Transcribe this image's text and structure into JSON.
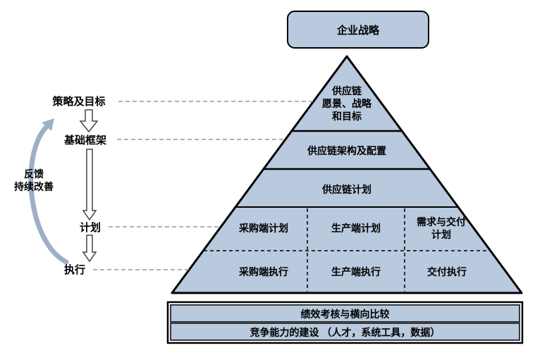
{
  "top_box": {
    "label": "企业战略"
  },
  "pyramid": {
    "levels": [
      {
        "label": "供应链\n愿景、战略\n和目标"
      },
      {
        "label": "供应链架构及配置"
      },
      {
        "label": "供应链计划"
      }
    ],
    "plan_row": [
      "采购端计划",
      "生产端计划",
      "需求与交付\n计划"
    ],
    "exec_row": [
      "采购端执行",
      "生产端执行",
      "交付执行"
    ]
  },
  "left_labels": {
    "strategy": "策略及目标",
    "framework": "基础框架",
    "plan": "计划",
    "execute": "执行",
    "feedback": "反馈\n持续改善"
  },
  "bottom_bars": [
    "绩效考核与横向比较",
    "竞争能力的建设 （人才，系统工具，数据）"
  ],
  "colors": {
    "fill": "#b9c9de",
    "stroke": "#000000",
    "arrow": "#9fafc7",
    "connector": "#999999"
  }
}
